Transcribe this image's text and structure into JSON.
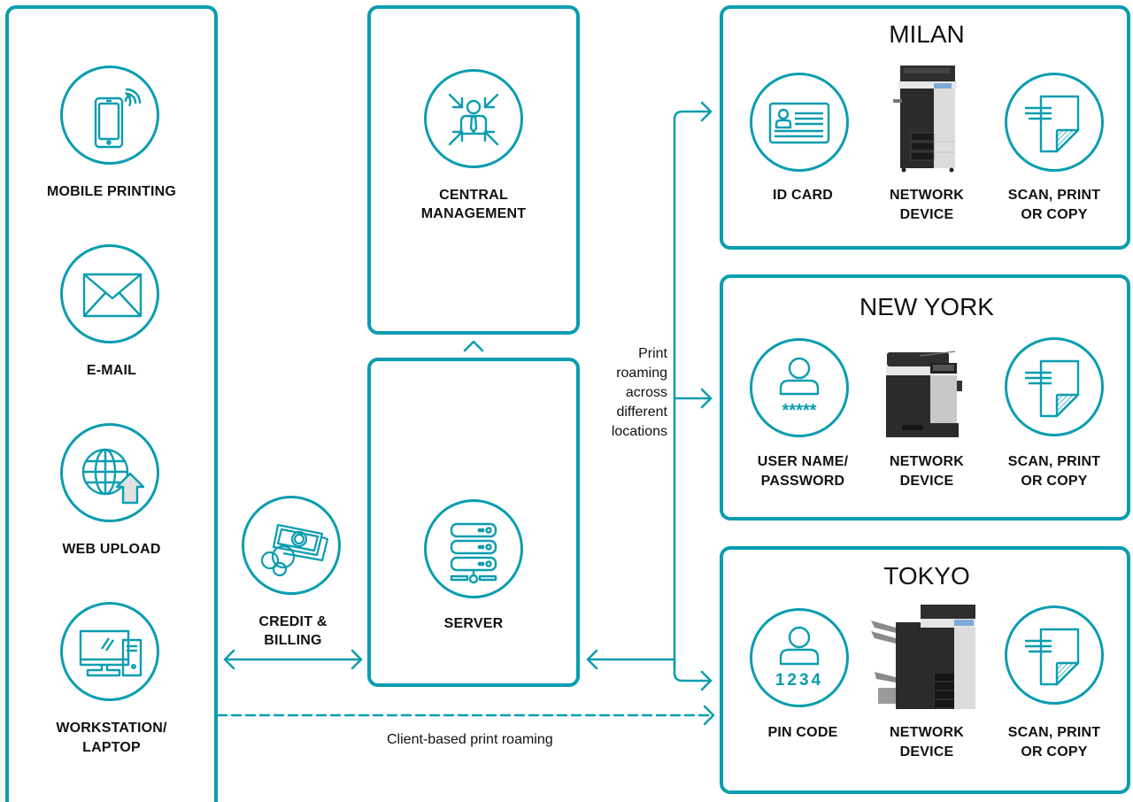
{
  "colors": {
    "accent": "#0a9db0",
    "text": "#111111",
    "printer_dark": "#2b2b2b",
    "printer_light": "#d9dadb"
  },
  "sources": {
    "items": [
      {
        "label": "MOBILE PRINTING",
        "icon": "smartphone-wireless-icon"
      },
      {
        "label": "E-MAIL",
        "icon": "envelope-icon"
      },
      {
        "label": "WEB UPLOAD",
        "icon": "globe-upload-icon"
      },
      {
        "label": "WORKSTATION/\nLAPTOP",
        "icon": "desktop-computer-icon"
      }
    ]
  },
  "credit": {
    "label_line1": "CREDIT &",
    "label_line2": "BILLING",
    "icon": "money-coins-icon"
  },
  "central": {
    "label_line1": "CENTRAL",
    "label_line2": "MANAGEMENT",
    "icon": "central-manager-icon"
  },
  "server": {
    "label": "SERVER",
    "icon": "server-stack-icon"
  },
  "roaming_note": {
    "lines": [
      "Print",
      "roaming",
      "across",
      "different",
      "locations"
    ]
  },
  "client_roaming_note": "Client-based print roaming",
  "locations": [
    {
      "city": "MILAN",
      "auth": {
        "line1": "ID CARD",
        "line2": "",
        "icon": "id-card-icon"
      },
      "device": {
        "line1": "NETWORK",
        "line2": "DEVICE"
      },
      "action": {
        "line1": "SCAN, PRINT",
        "line2": "OR COPY",
        "icon": "document-scan-icon"
      }
    },
    {
      "city": "NEW YORK",
      "auth": {
        "line1": "USER NAME/",
        "line2": "PASSWORD",
        "icon": "user-password-icon",
        "code": "*****"
      },
      "device": {
        "line1": "NETWORK",
        "line2": "DEVICE"
      },
      "action": {
        "line1": "SCAN, PRINT",
        "line2": "OR COPY",
        "icon": "document-scan-icon"
      }
    },
    {
      "city": "TOKYO",
      "auth": {
        "line1": "PIN CODE",
        "line2": "",
        "icon": "user-pin-icon",
        "code": "1234"
      },
      "device": {
        "line1": "NETWORK",
        "line2": "DEVICE"
      },
      "action": {
        "line1": "SCAN, PRINT",
        "line2": "OR COPY",
        "icon": "document-scan-icon"
      }
    }
  ]
}
